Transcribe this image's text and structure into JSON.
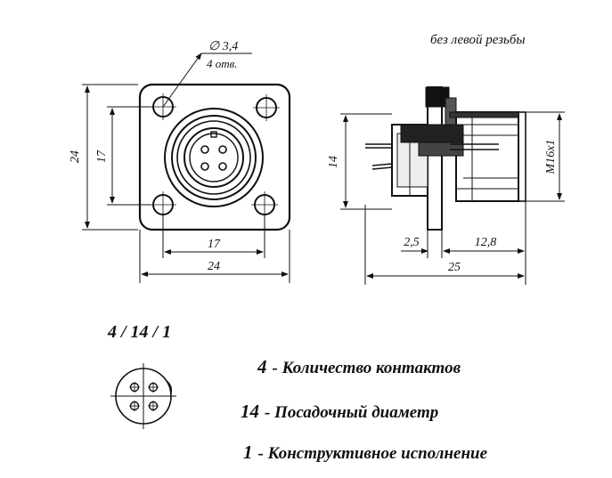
{
  "drawing": {
    "note_thread": "без левой резьбы",
    "hole_diameter": "∅ 3,4",
    "hole_count": "4 отв.",
    "front_view": {
      "height_outer": "24",
      "height_inner": "17",
      "width_inner": "17",
      "width_outer": "24"
    },
    "side_view": {
      "mount_diameter": "14",
      "thread": "M16x1",
      "flange_offset": "2,5",
      "thread_length": "12,8",
      "total_length": "25"
    }
  },
  "code": "4 / 14 / 1",
  "legend": [
    {
      "num": "4",
      "sep": "-",
      "text": "Количество контактов"
    },
    {
      "num": "14",
      "sep": "-",
      "text": "Посадочный диаметр"
    },
    {
      "num": "1",
      "sep": "-",
      "text": "Конструктивное исполнение"
    }
  ]
}
